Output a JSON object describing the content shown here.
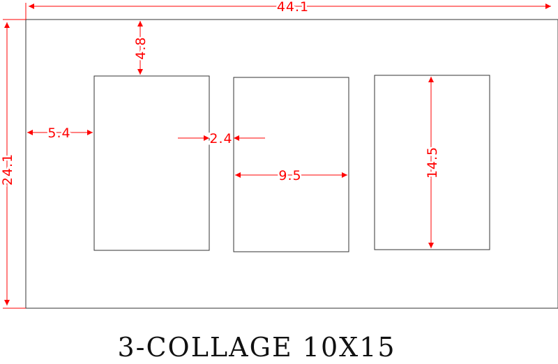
{
  "colors": {
    "outline": "#333333",
    "dimension": "#ff0000",
    "title": "#111111"
  },
  "dimensions": {
    "overall_width": "44.1",
    "overall_height": "24.1",
    "top_margin": "4.8",
    "side_margin": "5.4",
    "gap": "2.4",
    "opening_width": "9.5",
    "opening_height": "14.5"
  },
  "title": "3-COLLAGE 10X15"
}
